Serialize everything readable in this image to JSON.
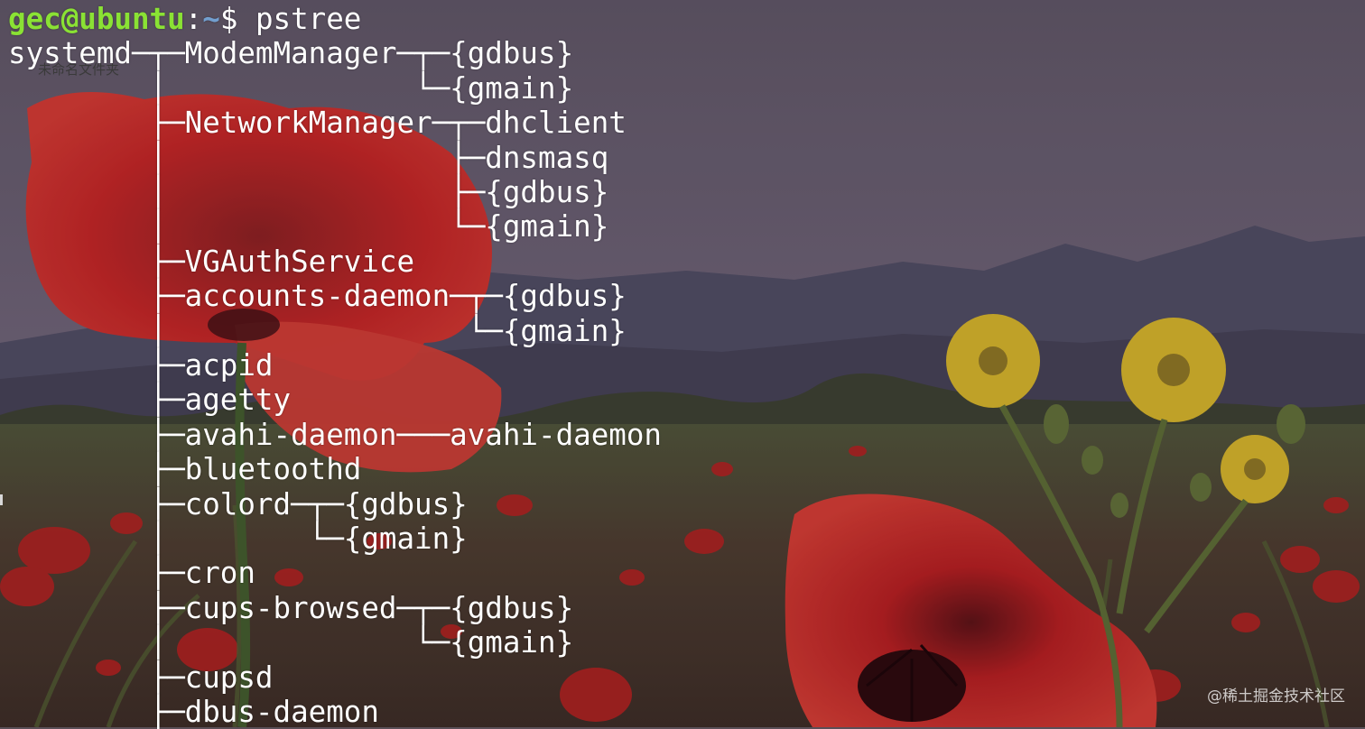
{
  "terminal": {
    "prompt": {
      "user_host": "gec@ubuntu",
      "separator": ":",
      "path": "~",
      "symbol": "$ ",
      "command": "pstree"
    },
    "output_lines": [
      "systemd─┬─ModemManager─┬─{gdbus}",
      "        │              └─{gmain}",
      "        ├─NetworkManager─┬─dhclient",
      "        │                ├─dnsmasq",
      "        │                ├─{gdbus}",
      "        │                └─{gmain}",
      "        ├─VGAuthService",
      "        ├─accounts-daemon─┬─{gdbus}",
      "        │                 └─{gmain}",
      "        ├─acpid",
      "        ├─agetty",
      "        ├─avahi-daemon───avahi-daemon",
      "        ├─bluetoothd",
      "        ├─colord─┬─{gdbus}",
      "        │        └─{gmain}",
      "        ├─cron",
      "        ├─cups-browsed─┬─{gdbus}",
      "        │              └─{gmain}",
      "        ├─cupsd",
      "        ├─dbus-daemon"
    ]
  },
  "desktop": {
    "folder_label": "未命名文件夹"
  },
  "watermark": "@稀土掘金技术社区",
  "colors": {
    "prompt_user": "#8ae234",
    "prompt_path": "#729fcf",
    "text": "#ffffff",
    "sky": "#6c5f70",
    "mountains": "#4d4a60",
    "poppy": "#c8201f",
    "dandelion": "#d4b327"
  }
}
